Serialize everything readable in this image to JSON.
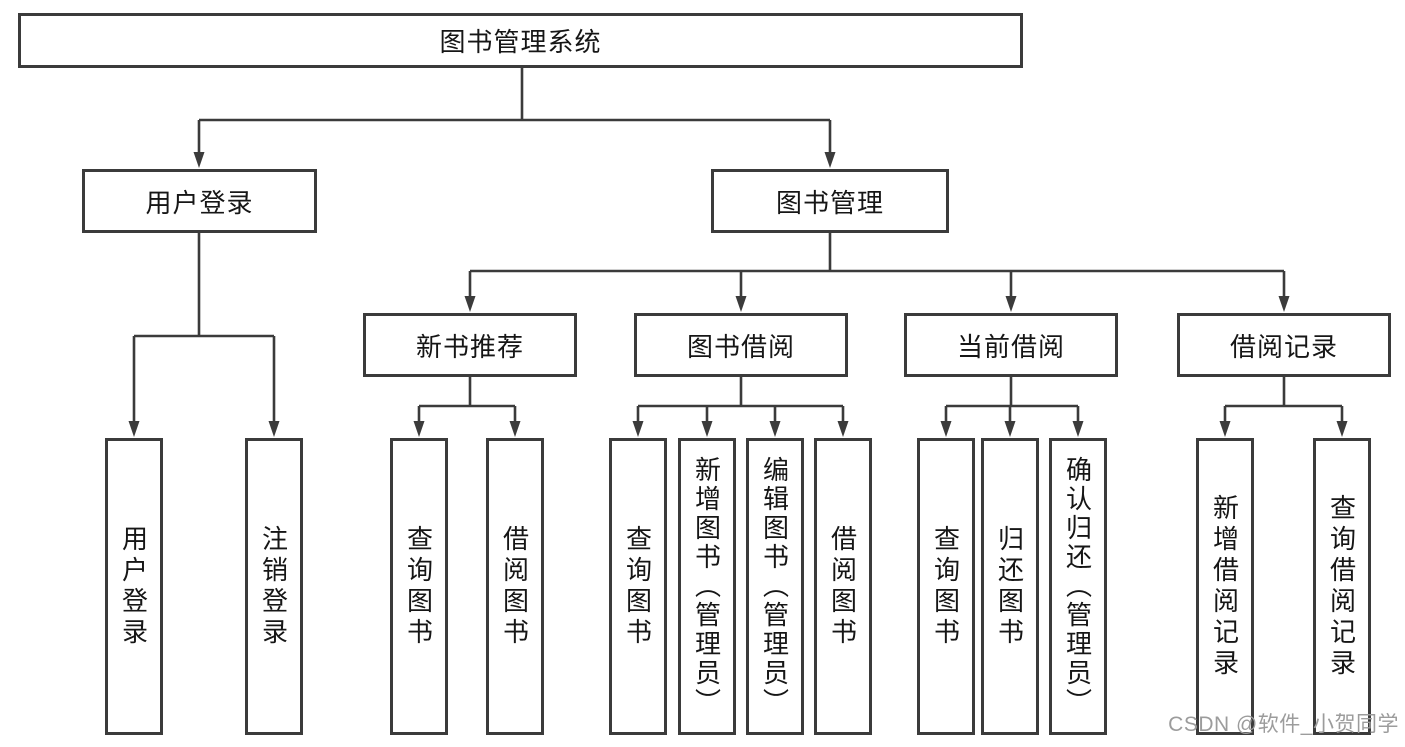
{
  "diagram": {
    "type": "tree",
    "title": "图书管理系统",
    "branches": [
      {
        "label": "用户登录",
        "children": [
          {
            "label": "用户登录"
          },
          {
            "label": "注销登录"
          }
        ]
      },
      {
        "label": "图书管理",
        "children": [
          {
            "label": "新书推荐",
            "children": [
              {
                "label": "查询图书"
              },
              {
                "label": "借阅图书"
              }
            ]
          },
          {
            "label": "图书借阅",
            "children": [
              {
                "label": "查询图书"
              },
              {
                "label": "新增图书（管理员）"
              },
              {
                "label": "编辑图书（管理员）"
              },
              {
                "label": "借阅图书"
              }
            ]
          },
          {
            "label": "当前借阅",
            "children": [
              {
                "label": "查询图书"
              },
              {
                "label": "归还图书"
              },
              {
                "label": "确认归还（管理员）"
              }
            ]
          },
          {
            "label": "借阅记录",
            "children": [
              {
                "label": "新增借阅记录"
              },
              {
                "label": "查询借阅记录"
              }
            ]
          }
        ]
      }
    ]
  },
  "watermark": {
    "text": "CSDN @软件_小贺同学"
  },
  "colors": {
    "line": "#3b3b3b",
    "text": "#161616",
    "background": "#ffffff",
    "watermark": "#9c9c9c"
  }
}
